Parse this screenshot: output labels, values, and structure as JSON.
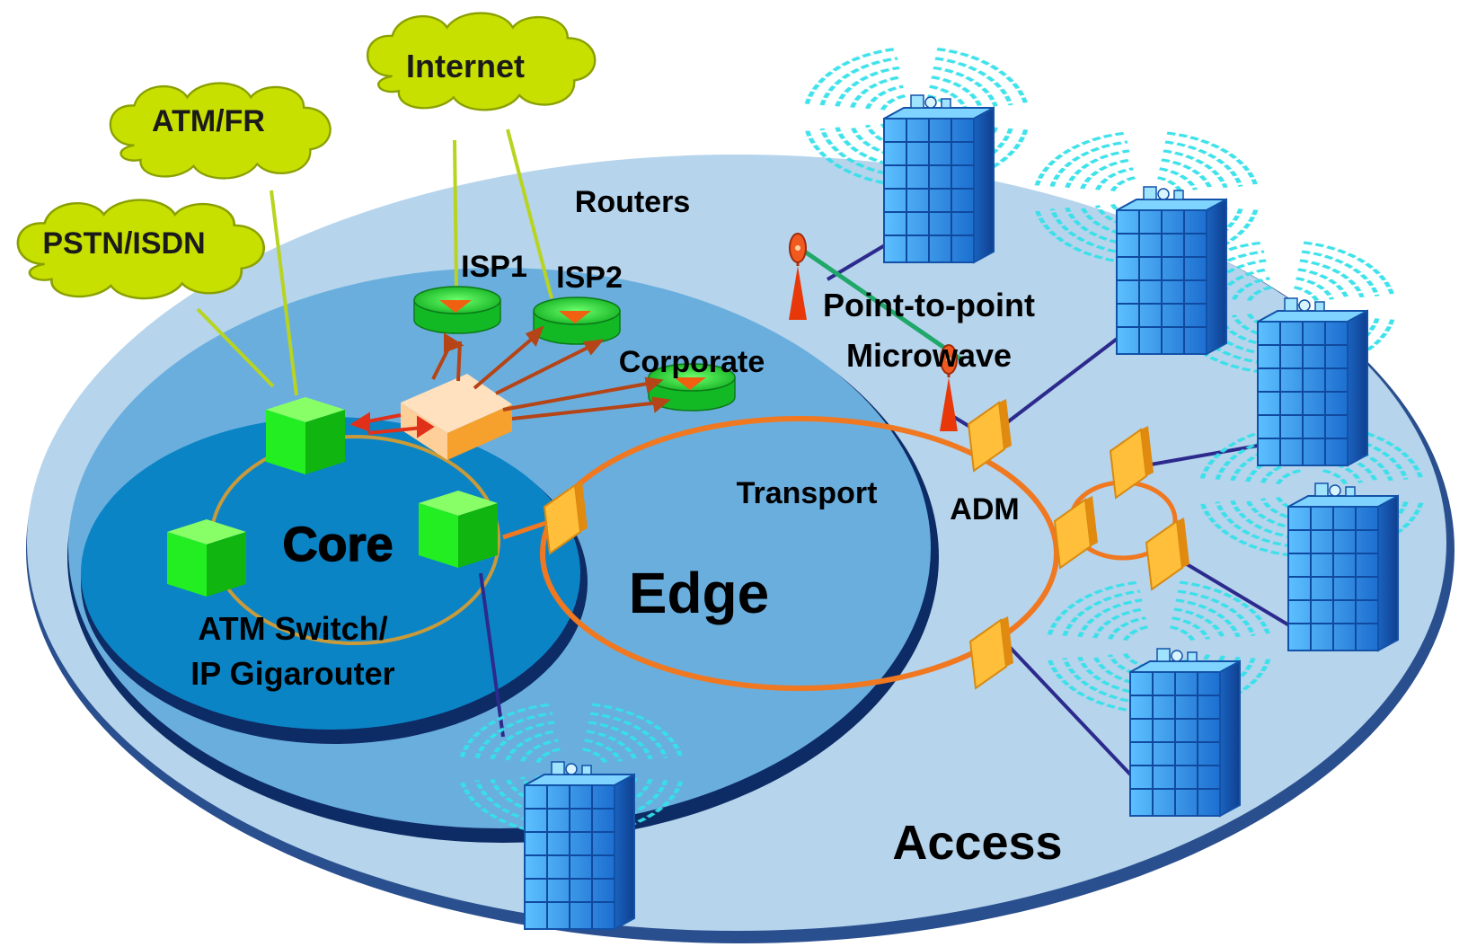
{
  "clouds": {
    "internet": "Internet",
    "atm_fr": "ATM/FR",
    "pstn_isdn": "PSTN/ISDN"
  },
  "labels": {
    "routers": "Routers",
    "isp1": "ISP1",
    "isp2": "ISP2",
    "corporate": "Corporate",
    "point_to_point": "Point-to-point",
    "microwave": "Microwave",
    "transport": "Transport",
    "adm": "ADM",
    "core": "Core",
    "edge": "Edge",
    "atm_switch": "ATM Switch/",
    "ip_gigarouter": "IP Gigarouter",
    "access": "Access"
  },
  "colors": {
    "access_ring": "#b6d4ec",
    "edge_ring": "#6aaede",
    "core_ring": "#0b84c6",
    "cloud": "#c8e000",
    "router": "#1fcf2e",
    "switch": "#22ee22",
    "transport_ring": "#f07820",
    "adm": "#f7a81e",
    "building": "#2a8fe4",
    "link": "#2c2a8c"
  }
}
